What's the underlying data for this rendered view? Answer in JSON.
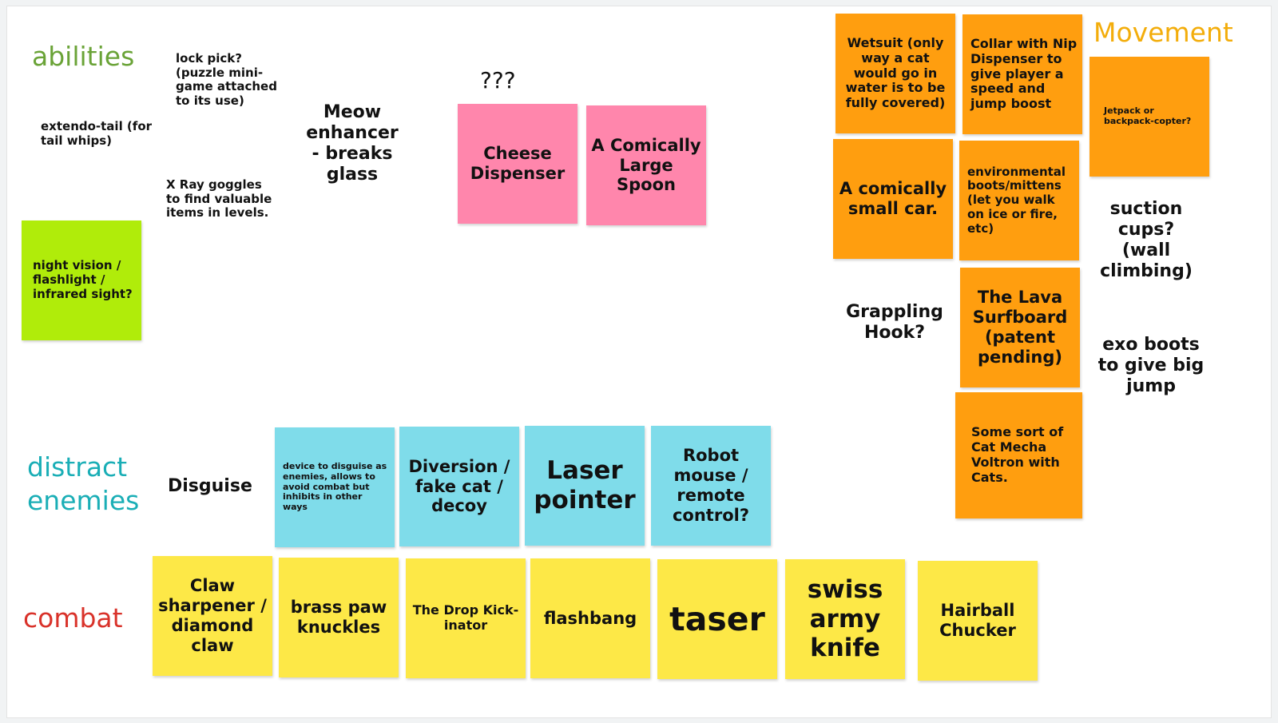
{
  "colors": {
    "abilities": "#6aa337",
    "distract": "#1aaeb6",
    "combat": "#d9322a",
    "movement": "#f3ad0b",
    "pink": "#ff86ac",
    "cyan": "#7fdcea",
    "yellow": "#fde847",
    "orange": "#ff9e0f",
    "green": "#b0ec0a"
  },
  "headings": {
    "abilities": "abilities",
    "distract_line1": "distract",
    "distract_line2": "enemies",
    "combat": "combat",
    "movement": "Movement"
  },
  "abilities": {
    "extendo_tail": "extendo-tail (for tail whips)",
    "lock_pick": "lock pick? (puzzle mini-game attached to its use)",
    "xray": "X Ray goggles to find valuable items in levels.",
    "meow": "Meow enhancer - breaks glass",
    "question": "???",
    "night_vision": "night vision / flashlight / infrared sight?",
    "cheese": "Cheese Dispenser",
    "spoon": "A Comically Large Spoon"
  },
  "distract": {
    "disguise": "Disguise",
    "device": "device to disguise as enemies, allows to avoid combat but inhibits in other ways",
    "diversion": "Diversion / fake cat / decoy",
    "laser": "Laser pointer",
    "robot": "Robot mouse / remote control?"
  },
  "combat": {
    "claw": "Claw sharpener / diamond claw",
    "brass": "brass paw knuckles",
    "drop": "The Drop Kick-inator",
    "flashbang": "flashbang",
    "taser": "taser",
    "swiss": "swiss army knife",
    "hairball": "Hairball Chucker"
  },
  "movement": {
    "wetsuit": "Wetsuit (only way a cat would go in water is to be fully covered)",
    "collar": "Collar with Nip Dispenser to give player a speed and jump boost",
    "jetpack": "Jetpack or backpack-copter?",
    "car": "A comically small car.",
    "boots": "environmental boots/mittens (let you walk on ice or fire, etc)",
    "suction": "suction cups? (wall climbing)",
    "grappling": "Grappling Hook?",
    "lava": "The Lava Surfboard (patent pending)",
    "exo": "exo boots to give big jump",
    "mecha": "Some sort of Cat Mecha Voltron with Cats."
  }
}
